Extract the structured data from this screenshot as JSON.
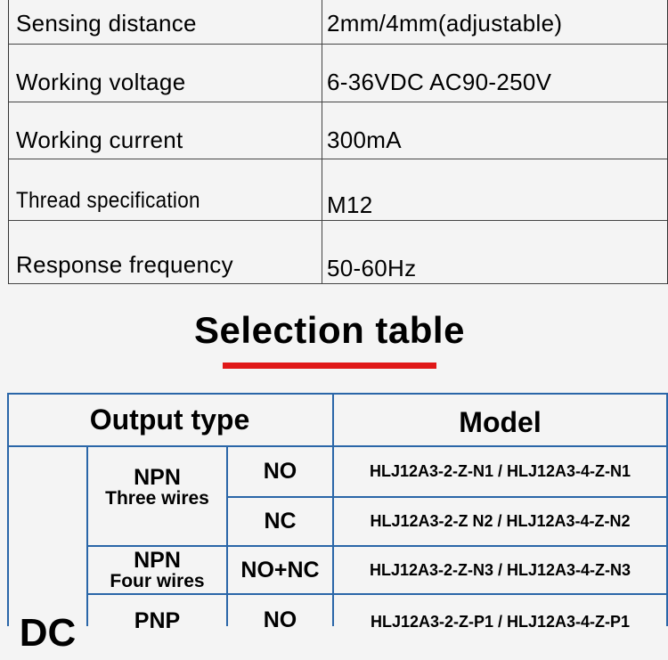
{
  "specs": [
    {
      "label": "Sensing distance",
      "value": "2mm/4mm(adjustable)"
    },
    {
      "label": "Working voltage",
      "value": "6-36VDC AC90-250V"
    },
    {
      "label": "Working current",
      "value": "300mA"
    },
    {
      "label": "Thread specification",
      "value": "M12"
    },
    {
      "label": "Response frequency",
      "value": "50-60Hz"
    }
  ],
  "selection": {
    "title": "Selection table",
    "header_output": "Output type",
    "header_model": "Model",
    "group_label": "DC",
    "rows": [
      {
        "type": "NPN",
        "wires": "Three wires",
        "signal": "NO",
        "model": "HLJ12A3-2-Z-N1 / HLJ12A3-4-Z-N1"
      },
      {
        "signal": "NC",
        "model": "HLJ12A3-2-Z N2 / HLJ12A3-4-Z-N2"
      },
      {
        "type": "NPN",
        "wires": "Four wires",
        "signal": "NO+NC",
        "model": "HLJ12A3-2-Z-N3 / HLJ12A3-4-Z-N3"
      },
      {
        "type": "PNP",
        "signal": "NO",
        "model": "HLJ12A3-2-Z-P1 / HLJ12A3-4-Z-P1"
      }
    ]
  },
  "colors": {
    "accent_bar": "#e01818",
    "table_border": "#2a66a8"
  }
}
